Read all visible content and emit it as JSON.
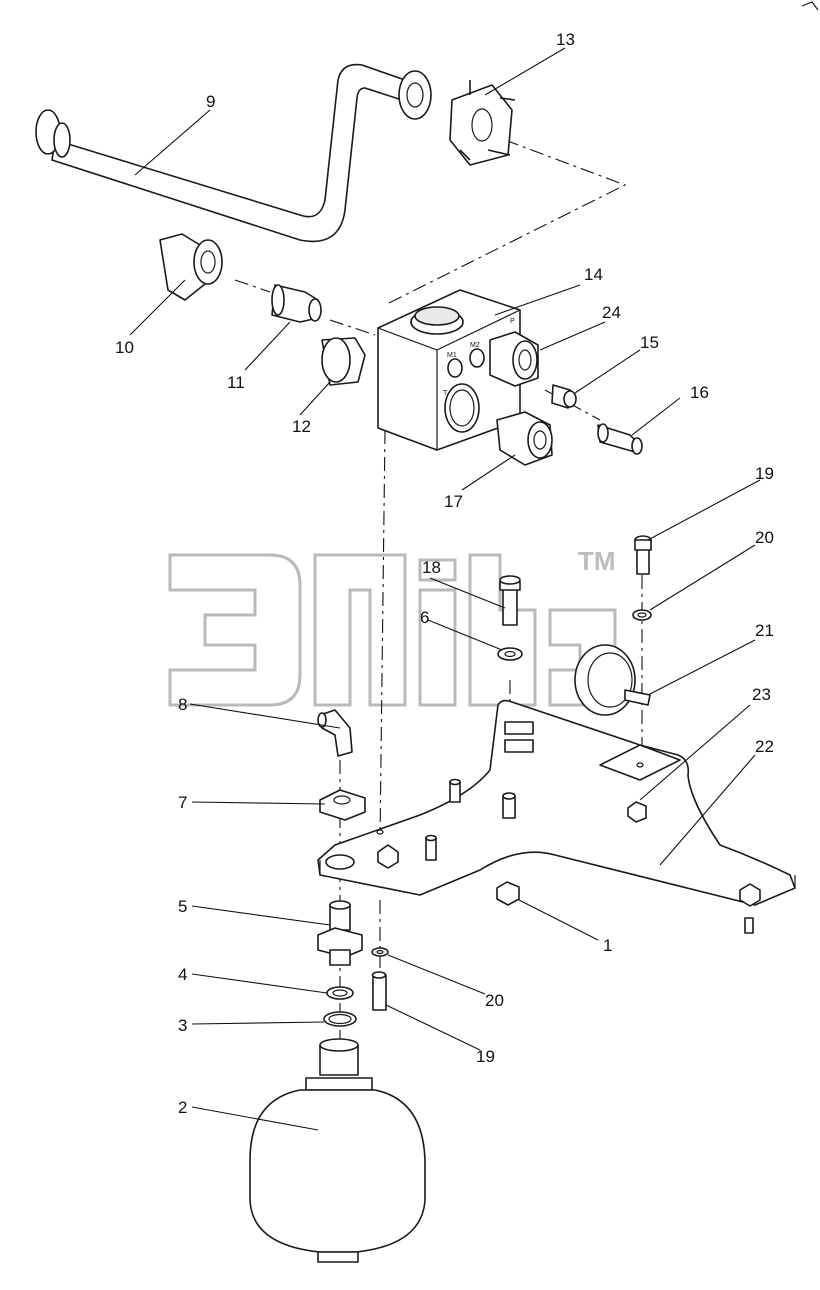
{
  "diagram": {
    "watermark": {
      "symbol": "TM"
    },
    "port_labels": [
      "P",
      "T",
      "M1",
      "M2"
    ],
    "callouts": [
      {
        "id": "c1",
        "label": "1"
      },
      {
        "id": "c2",
        "label": "2"
      },
      {
        "id": "c3",
        "label": "3"
      },
      {
        "id": "c4",
        "label": "4"
      },
      {
        "id": "c5",
        "label": "5"
      },
      {
        "id": "c6",
        "label": "6"
      },
      {
        "id": "c7",
        "label": "7"
      },
      {
        "id": "c8",
        "label": "8"
      },
      {
        "id": "c9",
        "label": "9"
      },
      {
        "id": "c10",
        "label": "10"
      },
      {
        "id": "c11",
        "label": "11"
      },
      {
        "id": "c12",
        "label": "12"
      },
      {
        "id": "c13",
        "label": "13"
      },
      {
        "id": "c14",
        "label": "14"
      },
      {
        "id": "c15",
        "label": "15"
      },
      {
        "id": "c16",
        "label": "16"
      },
      {
        "id": "c17",
        "label": "17"
      },
      {
        "id": "c18",
        "label": "18"
      },
      {
        "id": "c19a",
        "label": "19"
      },
      {
        "id": "c19b",
        "label": "19"
      },
      {
        "id": "c20a",
        "label": "20"
      },
      {
        "id": "c20b",
        "label": "20"
      },
      {
        "id": "c21",
        "label": "21"
      },
      {
        "id": "c22",
        "label": "22"
      },
      {
        "id": "c23",
        "label": "23"
      },
      {
        "id": "c24",
        "label": "24"
      }
    ]
  }
}
